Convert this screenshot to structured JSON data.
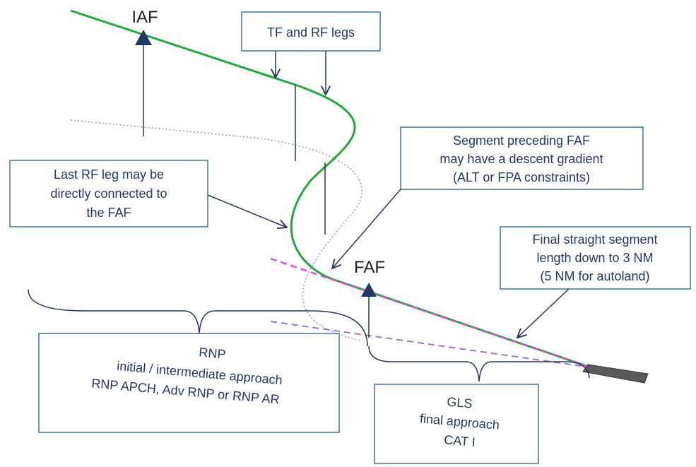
{
  "fixes": {
    "iaf": "IAF",
    "faf": "FAF"
  },
  "callouts": {
    "tf_rf_legs": "TF and RF legs",
    "segment_preceding_faf": [
      "Segment preceding FAF",
      "may have a descent gradient",
      "(ALT or FPA constraints)"
    ],
    "last_rf_leg": [
      "Last RF leg may be",
      "directly connected to",
      "the FAF"
    ],
    "final_straight_segment": [
      "Final straight segment",
      "length down to 3 NM",
      "(5 NM for autoland)"
    ],
    "rnp_approach": [
      "RNP",
      "initial / intermediate approach",
      "RNP APCH, Adv RNP or RNP AR"
    ],
    "gls_approach": [
      "GLS",
      "final approach",
      "CAT I"
    ]
  },
  "colors": {
    "green_track": "#1faa3a",
    "magenta_final": "#e64ad2",
    "purple_dashed": "#a66ed1",
    "dotted_path": "#8a9bb3",
    "navy": "#1f3864",
    "box_border": "#41719c",
    "runway": "#5a5a5a"
  }
}
